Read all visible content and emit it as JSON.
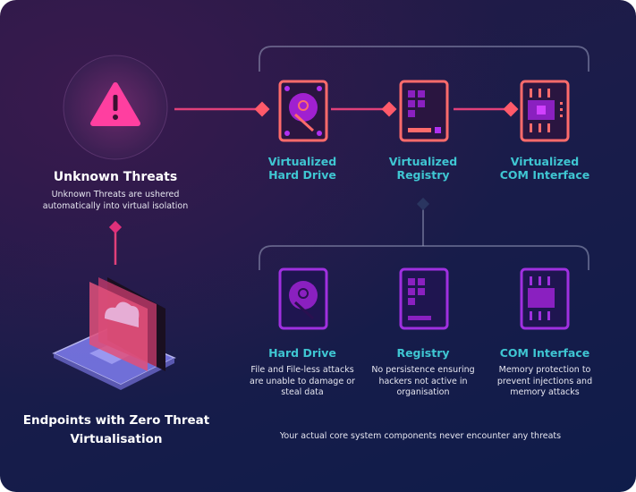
{
  "colors": {
    "accent_pink": "#ff5a8a",
    "accent_cyan": "#3fc6d2",
    "icon_purple": "#b020e0",
    "icon_orange": "#ff6b6b"
  },
  "threat": {
    "title": "Unknown Threats",
    "desc_line1": "Unknown Threats are ushered",
    "desc_line2": "automatically into virtual isolation",
    "icon": "warning-triangle-icon"
  },
  "endpoint": {
    "title_line1": "Endpoints with Zero Threat",
    "title_line2": "Virtualisation",
    "icon": "laptop-cloud-icon"
  },
  "virtualized": [
    {
      "line1": "Virtualized",
      "line2": "Hard Drive",
      "icon": "hard-drive-icon"
    },
    {
      "line1": "Virtualized",
      "line2": "Registry",
      "icon": "registry-icon"
    },
    {
      "line1": "Virtualized",
      "line2": "COM Interface",
      "icon": "chip-icon"
    }
  ],
  "components": [
    {
      "title": "Hard Drive",
      "desc": [
        "File and File-less attacks",
        "are unable to damage or",
        "steal data"
      ],
      "icon": "hard-drive-icon"
    },
    {
      "title": "Registry",
      "desc": [
        "No persistence ensuring",
        "hackers not active in",
        "organisation"
      ],
      "icon": "registry-icon"
    },
    {
      "title": "COM Interface",
      "desc": [
        "Memory protection to",
        "prevent injections and",
        "memory attacks"
      ],
      "icon": "chip-icon"
    }
  ],
  "footer": "Your actual core system components never encounter any threats"
}
